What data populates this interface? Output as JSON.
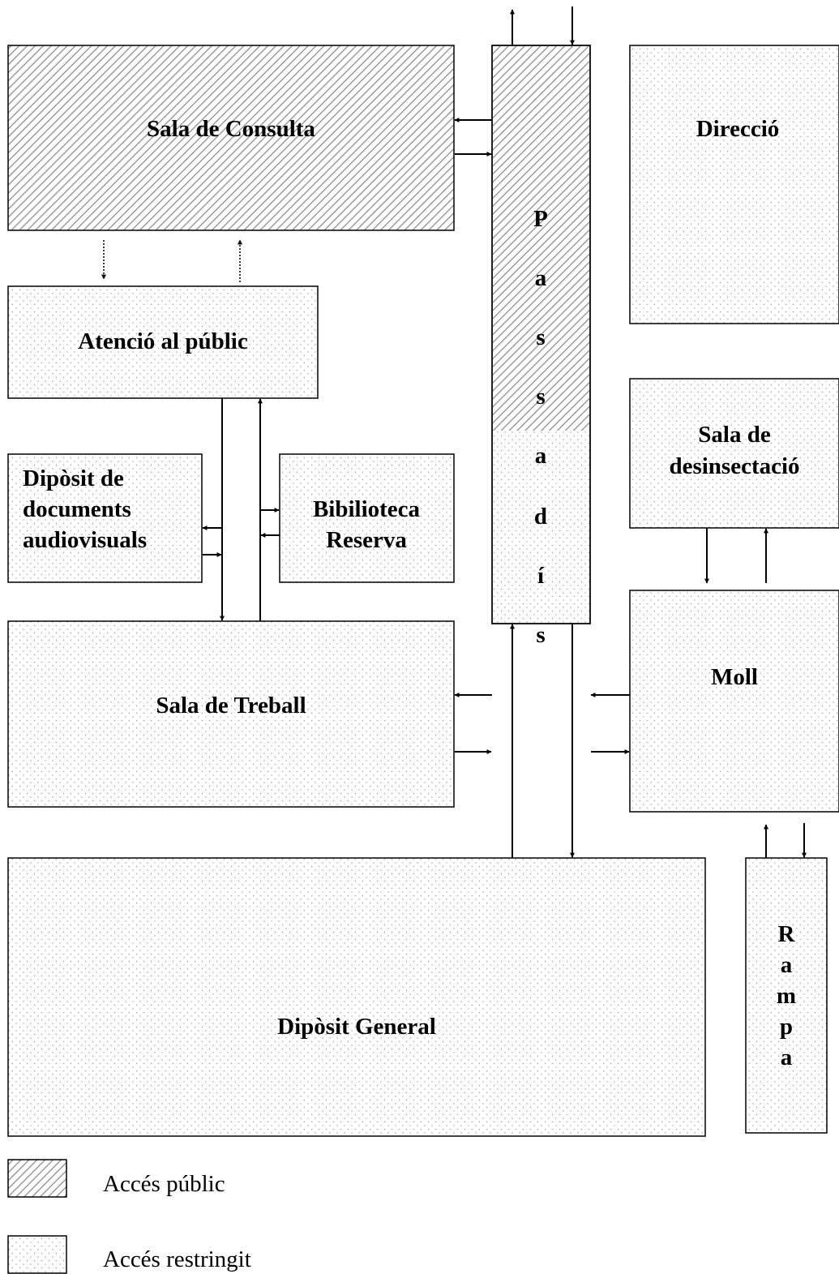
{
  "rooms": {
    "consulta": "Sala de Consulta",
    "direccio": "Direcció",
    "atencio": "Atenció al públic",
    "passadis": [
      "P",
      "a",
      "s",
      "s",
      "a",
      "d",
      "í",
      "s"
    ],
    "audiovisuals": [
      "Dipòsit de",
      "documents",
      "audiovisuals"
    ],
    "biblioteca": [
      "Bibilioteca",
      "Reserva"
    ],
    "desinsectacio": [
      "Sala de",
      "desinsectació"
    ],
    "treball": "Sala de Treball",
    "moll": "Moll",
    "diposit": "Dipòsit General",
    "rampa": [
      "R",
      "a",
      "m",
      "p",
      "a"
    ]
  },
  "legend": {
    "public": "Accés públic",
    "restricted": "Accés restringit"
  },
  "colors": {
    "stroke": "#000000",
    "hatch": "#8a8a8a",
    "dots": "#9a9a9a"
  }
}
